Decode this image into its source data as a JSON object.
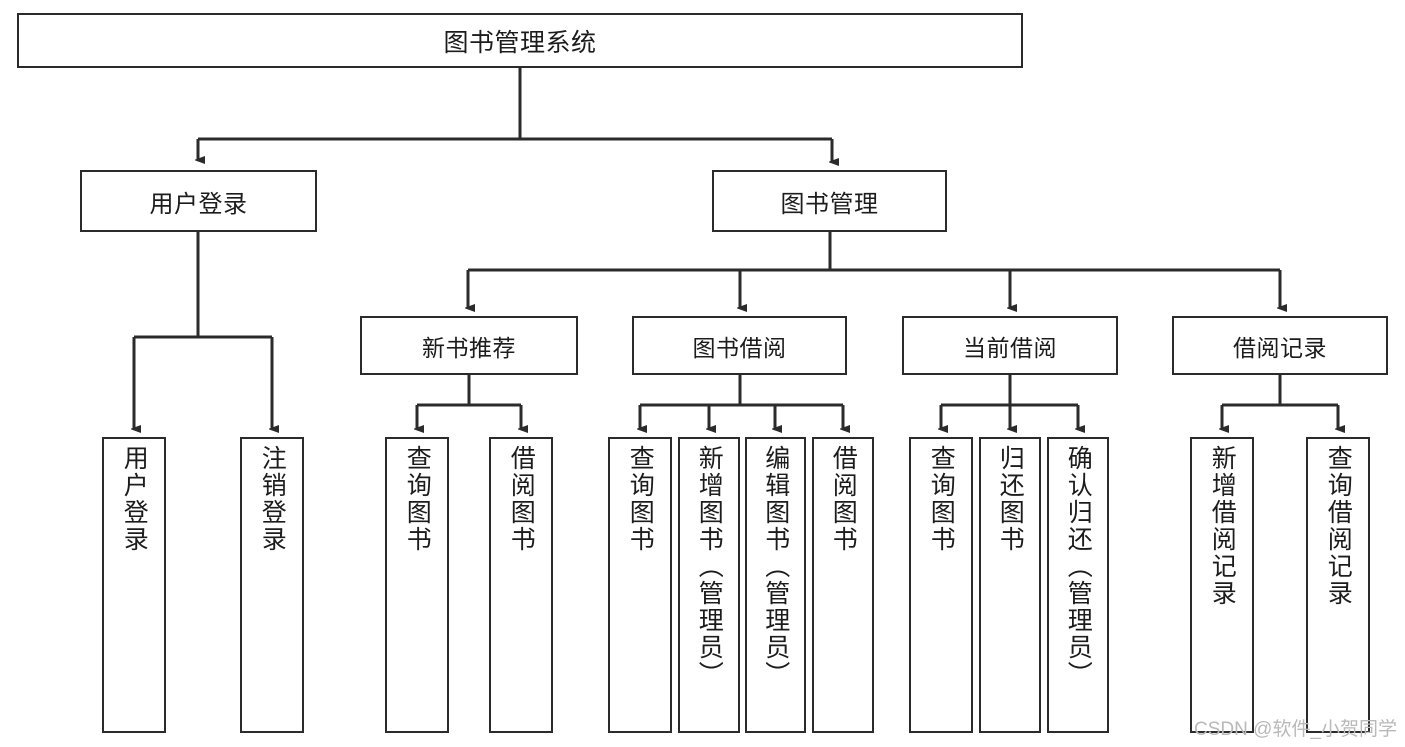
{
  "diagram": {
    "title": "图书管理系统",
    "type": "tree-hierarchy",
    "colors": {
      "box_border": "#2b2b2b",
      "box_fill": "#ffffff",
      "connector": "#2b2b2b",
      "background": "#ffffff",
      "watermark": "#b9b9b9"
    },
    "root": {
      "label": "图书管理系统"
    },
    "level2": [
      {
        "label": "用户登录"
      },
      {
        "label": "图书管理"
      }
    ],
    "level3": [
      {
        "label": "新书推荐"
      },
      {
        "label": "图书借阅"
      },
      {
        "label": "当前借阅"
      },
      {
        "label": "借阅记录"
      }
    ],
    "leaves": {
      "user_login": [
        {
          "label": "用户登录"
        },
        {
          "label": "注销登录"
        }
      ],
      "new_book_recommend": [
        {
          "label": "查询图书"
        },
        {
          "label": "借阅图书"
        }
      ],
      "book_borrow": [
        {
          "label": "查询图书"
        },
        {
          "label": "新增图书（管理员）"
        },
        {
          "label": "编辑图书（管理员）"
        },
        {
          "label": "借阅图书"
        }
      ],
      "current_borrow": [
        {
          "label": "查询图书"
        },
        {
          "label": "归还图书"
        },
        {
          "label": "确认归还（管理员）"
        }
      ],
      "borrow_record": [
        {
          "label": "新增借阅记录"
        },
        {
          "label": "查询借阅记录"
        }
      ]
    }
  },
  "watermark": {
    "text": "CSDN @软件_小贺同学"
  }
}
